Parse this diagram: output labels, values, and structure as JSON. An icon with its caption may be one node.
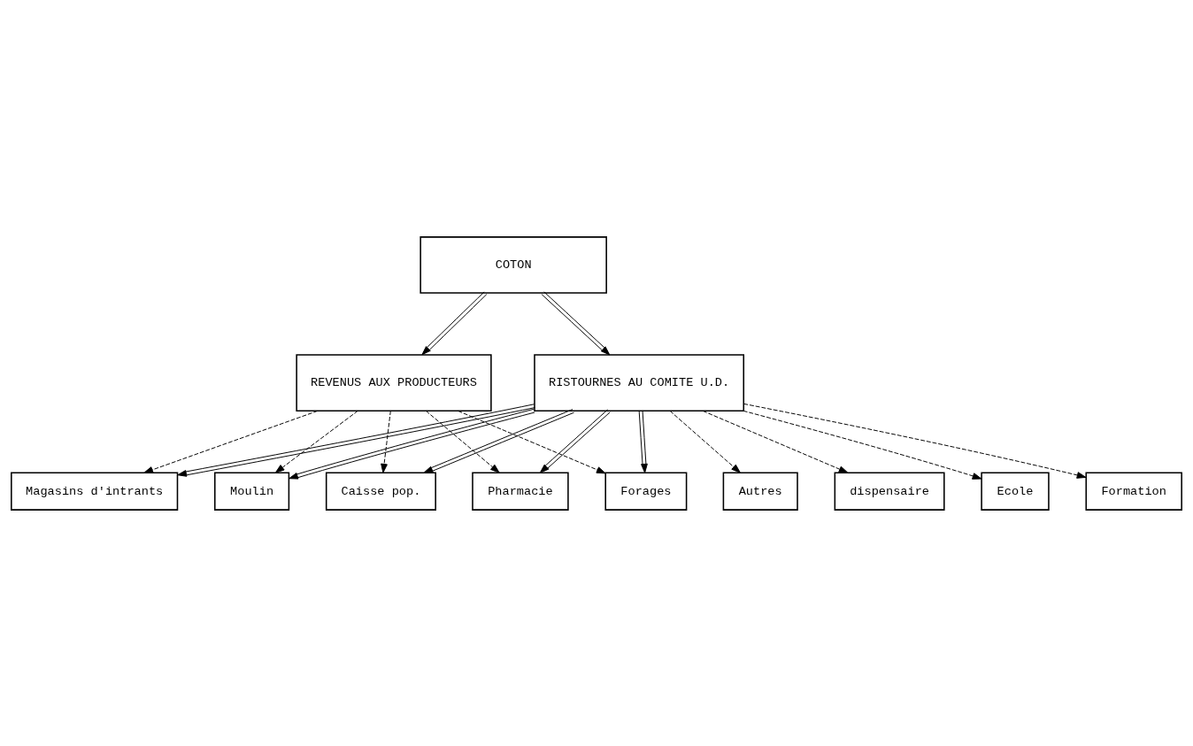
{
  "diagram": {
    "nodes": [
      {
        "text": [
          "COTON"
        ]
      },
      {
        "text": [
          "RISTOURNES AU COMITE U.D."
        ]
      },
      {
        "text": [
          "REVENUS AUX PRODUCTEURS"
        ]
      },
      {
        "text": [
          "Caisse pop."
        ]
      },
      {
        "text": [
          "Pharmacie"
        ]
      },
      {
        "text": [
          "Forages"
        ]
      },
      {
        "text": [
          "Magasins d'intrants"
        ]
      },
      {
        "text": [
          "Moulin"
        ]
      },
      {
        "text": [
          "dispensaire"
        ]
      },
      {
        "text": [
          "Ecole"
        ]
      },
      {
        "text": [
          "Formation"
        ]
      },
      {
        "text": [
          "Autres"
        ]
      }
    ],
    "edges": [
      {
        "from": 0,
        "to": 1,
        "arrow": "to"
      },
      {
        "from": 0,
        "to": 2,
        "arrow": "to"
      },
      {
        "from": 1,
        "to": 3,
        "arrow": "to"
      },
      {
        "from": 1,
        "to": 4,
        "arrow": "to"
      },
      {
        "from": 1,
        "to": 5,
        "arrow": "to"
      },
      {
        "from": 1,
        "to": 6,
        "arrow": "to"
      },
      {
        "from": 1,
        "to": 7,
        "arrow": "to"
      },
      {
        "from": 2,
        "to": 3,
        "arrow": "to",
        "style": "dashed"
      },
      {
        "from": 2,
        "to": 4,
        "arrow": "to",
        "style": "dashed"
      },
      {
        "from": 2,
        "to": 5,
        "arrow": "to",
        "style": "dashed"
      },
      {
        "from": 2,
        "to": 6,
        "arrow": "to",
        "style": "dashed"
      },
      {
        "from": 2,
        "to": 7,
        "arrow": "to",
        "style": "dashed"
      },
      {
        "from": 1,
        "to": 8,
        "arrow": "to",
        "style": "dashed"
      },
      {
        "from": 1,
        "to": 9,
        "arrow": "to",
        "style": "dashed"
      },
      {
        "from": 1,
        "to": 10,
        "arrow": "to",
        "style": "dashed"
      },
      {
        "from": 1,
        "to": 11,
        "arrow": "to",
        "style": "dashed"
      }
    ]
  }
}
